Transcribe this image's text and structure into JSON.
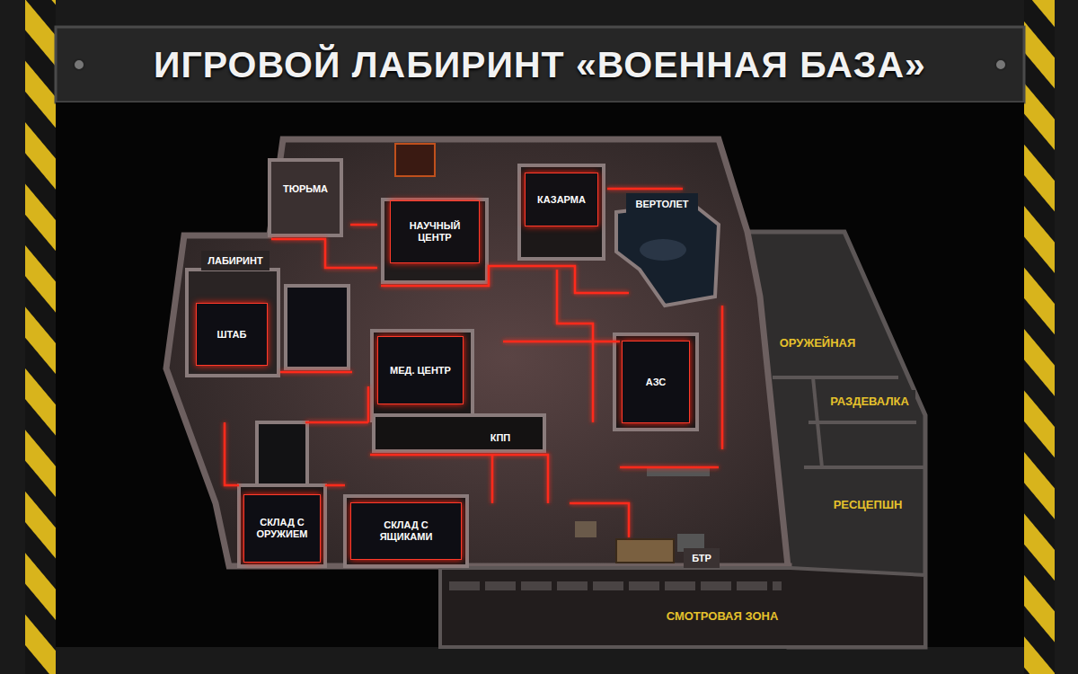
{
  "diagram": {
    "title": "ИГРОВОЙ ЛАБИРИНТ «ВОЕННАЯ БАЗА»",
    "nodes": [
      {
        "text": [
          "ТЮРЬМА"
        ]
      },
      {
        "text": [
          "КАЗАРМА"
        ]
      },
      {
        "text": [
          "ВЕРТОЛЕТ"
        ]
      },
      {
        "text": [
          "НАУЧНЫЙ ЦЕНТР"
        ]
      },
      {
        "text": [
          "ЛАБИРИНТ"
        ]
      },
      {
        "text": [
          "ШТАБ"
        ]
      },
      {
        "text": [
          "ОРУЖЕЙНАЯ"
        ]
      },
      {
        "text": [
          "МЕД. ЦЕНТР"
        ]
      },
      {
        "text": [
          "АЗС"
        ]
      },
      {
        "text": [
          "РАЗДЕВАЛКА"
        ]
      },
      {
        "text": [
          "КПП"
        ]
      },
      {
        "text": [
          "РЕСЦЕПШН"
        ]
      },
      {
        "text": [
          "СКЛАД С ОРУЖИЕМ"
        ]
      },
      {
        "text": [
          "СКЛАД С ЯЩИКАМИ"
        ]
      },
      {
        "text": [
          "БТР"
        ]
      },
      {
        "text": [
          "СМОТРОВАЯ ЗОНА"
        ]
      }
    ]
  }
}
